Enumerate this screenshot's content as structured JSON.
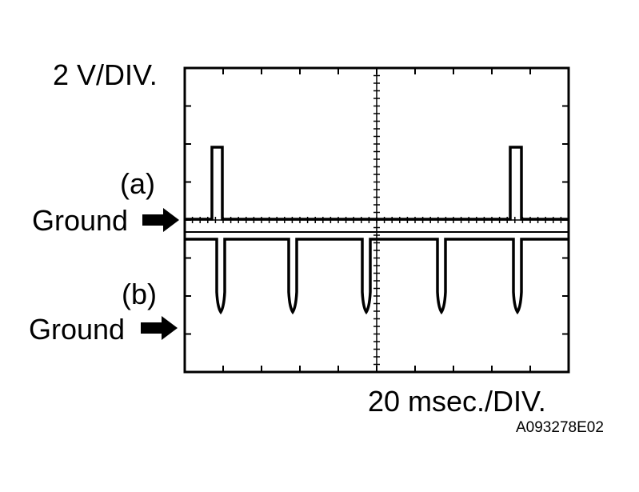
{
  "scope": {
    "voltage_scale": "2 V/DIV.",
    "time_scale": "20 msec./DIV.",
    "figure_code": "A093278E02"
  },
  "channels": [
    {
      "id": "a",
      "label": "(a)",
      "ground_label": "Ground",
      "polarity": "positive",
      "pulse_count": 2
    },
    {
      "id": "b",
      "label": "(b)",
      "ground_label": "Ground",
      "polarity": "negative",
      "pulse_count": 5
    }
  ],
  "colors": {
    "trace": "#000000",
    "background": "#ffffff"
  },
  "icons": {
    "ground_marker": "arrow-right-icon"
  }
}
